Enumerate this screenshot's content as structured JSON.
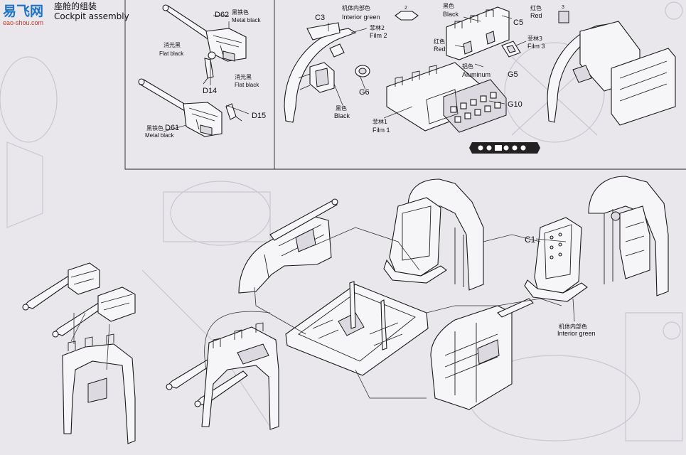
{
  "logo": {
    "text": "易飞网",
    "url_text": "eao-shou.com"
  },
  "header": {
    "title_cn": "座舱的组装",
    "title_en": "Cockpit assembly"
  },
  "labels": {
    "d62": "D62",
    "d62_cn": "黑铁色",
    "d62_en": "Metal black",
    "d14": "D14",
    "d14_cn": "消光黑",
    "d14_en": "Flat black",
    "d15": "D15",
    "d15_cn": "消光黑",
    "d15_en": "Flat black",
    "d61": "D61",
    "d61_cn": "黑铁色",
    "d61_en": "Metal black",
    "c3": "C3",
    "interior_cn": "机体内部色",
    "interior_en": "Interior green",
    "film2_cn": "菲林2",
    "film2_en": "Film 2",
    "g6": "G6",
    "black_cn": "黑色",
    "black_en": "Black",
    "step_badge_2": "2",
    "c5_black_cn": "黑色",
    "c5_black_en": "Black",
    "c5_red_cn": "红色",
    "c5_red_en": "Red",
    "c5": "C5",
    "red2_cn": "红色",
    "red2_en": "Red",
    "film3_cn": "菲林3",
    "film3_en": "Film 3",
    "alu_cn": "铝色",
    "alu_en": "Aluminum",
    "g5": "G5",
    "g10": "G10",
    "film1_cn": "菲林1",
    "film1_en": "Film 1",
    "step_badge_3": "3",
    "c1": "C1",
    "interior2_cn": "机体内部色",
    "interior2_en": "Interior green"
  },
  "colors": {
    "background": "#e9e7ec",
    "ink": "#1a1a1a",
    "logo_blue": "#1c73c8"
  }
}
